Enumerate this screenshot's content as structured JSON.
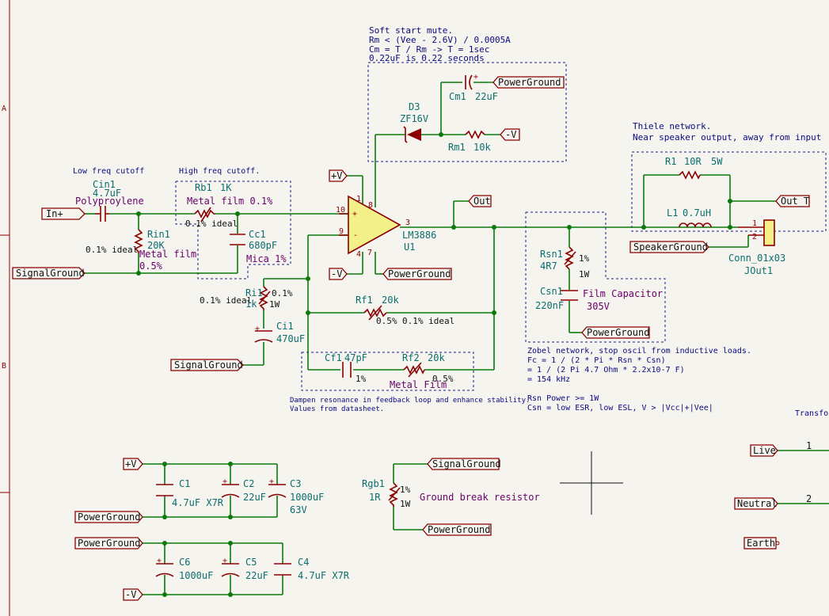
{
  "border": {
    "row_a": "A",
    "row_b": "B"
  },
  "notes": {
    "soft_start": [
      "Soft start mute.",
      "Rm < (Vee - 2.6V) / 0.0005A",
      "Cm = T / Rm  -> T = 1sec",
      "0.22uF is 0.22 seconds"
    ],
    "low_freq": "Low freq cutoff",
    "high_freq": "High freq cutoff.",
    "thiele": [
      "Thiele network.",
      "Near speaker output, away from input"
    ],
    "dampen": [
      "Dampen resonance in feedback loop and enhance stability.",
      "Values from datasheet."
    ],
    "zobel": [
      "Zobel network, stop oscil from inductive loads.",
      "Fc = 1 / (2 * Pi * Rsn * Csn)",
      "   = 1 / (2 Pi 4.7 Ohm * 2.2x10-7 F)",
      "   = 154 kHz"
    ],
    "rsn_power": [
      "Rsn Power >= 1W",
      "Csn = low ESR, low ESL, V > |Vcc|+|Vee|"
    ],
    "transformer": "Transfo",
    "ground_break": "Ground break resistor"
  },
  "labels": {
    "in_plus": "In+",
    "signal_ground": "SignalGround",
    "power_ground": "PowerGround",
    "plus_v": "+V",
    "minus_v": "-V",
    "out": "Out",
    "out_t": "Out_T",
    "speaker_ground": "SpeakerGround",
    "live": "Live",
    "neutral": "Neutral",
    "earth": "Earth"
  },
  "components": {
    "cin1": {
      "ref": "Cin1",
      "value": "4.7uF",
      "note": "Polyproylene"
    },
    "rin1": {
      "ref": "Rin1",
      "value": "20K",
      "tol": "0.1% ideal",
      "note1": "Metal film",
      "note2": "0.5%"
    },
    "rb1": {
      "ref": "Rb1",
      "value": "1K",
      "note": "Metal film 0.1%",
      "tol": "0.1% ideal"
    },
    "cc1": {
      "ref": "Cc1",
      "value": "680pF",
      "note": "Mica 1%"
    },
    "ri1": {
      "ref": "Ri1",
      "value": "1k",
      "tol": "0.1%",
      "ideal": "0.1% ideal",
      "power": "1W"
    },
    "ci1": {
      "ref": "Ci1",
      "value": "470uF"
    },
    "u1": {
      "ref": "U1",
      "value": "LM3886"
    },
    "d3": {
      "ref": "D3",
      "value": "ZF16V"
    },
    "cm1": {
      "ref": "Cm1",
      "value": "22uF"
    },
    "rm1": {
      "ref": "Rm1",
      "value": "10k"
    },
    "rf1": {
      "ref": "Rf1",
      "value": "20k",
      "tol": "0.5%",
      "ideal": "0.1% ideal"
    },
    "cf1": {
      "ref": "Cf1",
      "value": "47pF",
      "tol": "1%"
    },
    "rf2": {
      "ref": "Rf2",
      "value": "20k",
      "tol": "0.5%",
      "note": "Metal Film"
    },
    "rsn1": {
      "ref": "Rsn1",
      "value": "4R7",
      "tol": "1%",
      "power": "1W"
    },
    "csn1": {
      "ref": "Csn1",
      "value": "220nF",
      "note1": "Film Capacitor",
      "note2": "305V"
    },
    "r1": {
      "ref": "R1",
      "value": "10R",
      "power": "5W"
    },
    "l1": {
      "ref": "L1",
      "value": "0.7uH"
    },
    "jout1": {
      "ref": "JOut1",
      "value": "Conn_01x03"
    },
    "c1": {
      "ref": "C1",
      "value": "4.7uF X7R"
    },
    "c2": {
      "ref": "C2",
      "value": "22uF"
    },
    "c3": {
      "ref": "C3",
      "value": "1000uF",
      "volt": "63V"
    },
    "c4": {
      "ref": "C4",
      "value": "4.7uF X7R"
    },
    "c5": {
      "ref": "C5",
      "value": "22uF"
    },
    "c6": {
      "ref": "C6",
      "value": "1000uF"
    },
    "rgb1": {
      "ref": "Rgb1",
      "value": "1R",
      "tol": "1%",
      "power": "1W"
    }
  },
  "pins": {
    "p10": "10",
    "p9": "9",
    "p3": "3",
    "p1": "1",
    "p8": "8",
    "p4": "4",
    "p7": "7",
    "j1": "1",
    "j2": "2",
    "t1": "1",
    "t2": "2",
    "plus": "+",
    "minus": "-"
  },
  "colors": {
    "wire": "#0b7a0b",
    "component": "#8b0000",
    "reference": "#0a6e6e",
    "note": "#0a0a80",
    "background": "#f5f4ef"
  }
}
